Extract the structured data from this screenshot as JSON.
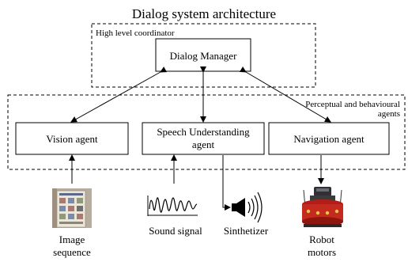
{
  "title": "Dialog system architecture",
  "groups": {
    "coordinator": "High level coordinator",
    "perceptual_line1": "Perceptual and behavioural",
    "perceptual_line2": "agents"
  },
  "nodes": {
    "dialog_manager": "Dialog Manager",
    "vision_agent": "Vision agent",
    "speech_line1": "Speech Understanding",
    "speech_line2": "agent",
    "navigation_agent": "Navigation agent"
  },
  "io": {
    "image_line1": "Image",
    "image_line2": "sequence",
    "sound_signal": "Sound signal",
    "synthesizer": "Sinthetizer",
    "robot_line1": "Robot",
    "robot_line2": "motors"
  },
  "icons": {
    "image": "poster-photo-icon",
    "sound": "sound-wave-icon",
    "speaker": "speaker-icon",
    "robot": "robot-photo-icon"
  }
}
